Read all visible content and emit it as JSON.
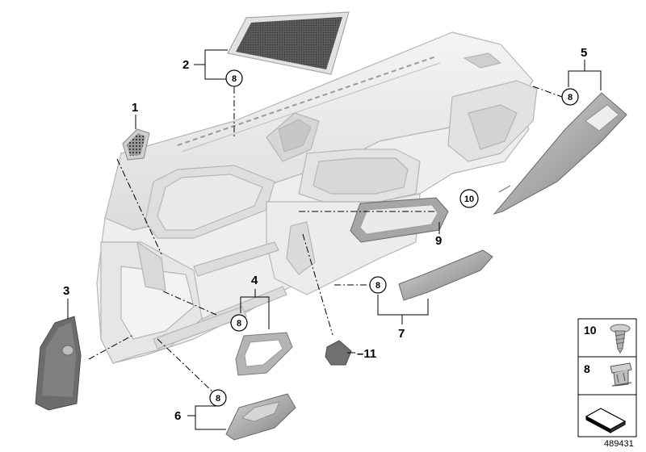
{
  "callouts": {
    "c1": "1",
    "c2": "2",
    "c3": "3",
    "c4": "4",
    "c5": "5",
    "c6": "6",
    "c7": "7",
    "c9": "9",
    "c11": "11"
  },
  "circles": {
    "c8a": "8",
    "c8b": "8",
    "c8c": "8",
    "c8d": "8",
    "c8e": "8",
    "c10": "10"
  },
  "legend": {
    "item10": "10",
    "item8": "8"
  },
  "diagram_number": "489431",
  "colors": {
    "part_fill": "#ececec",
    "part_stroke": "#b4b4b4",
    "trim_dark": "#8a8a8a",
    "trim_light": "#cfcfcf",
    "line": "#000000"
  }
}
